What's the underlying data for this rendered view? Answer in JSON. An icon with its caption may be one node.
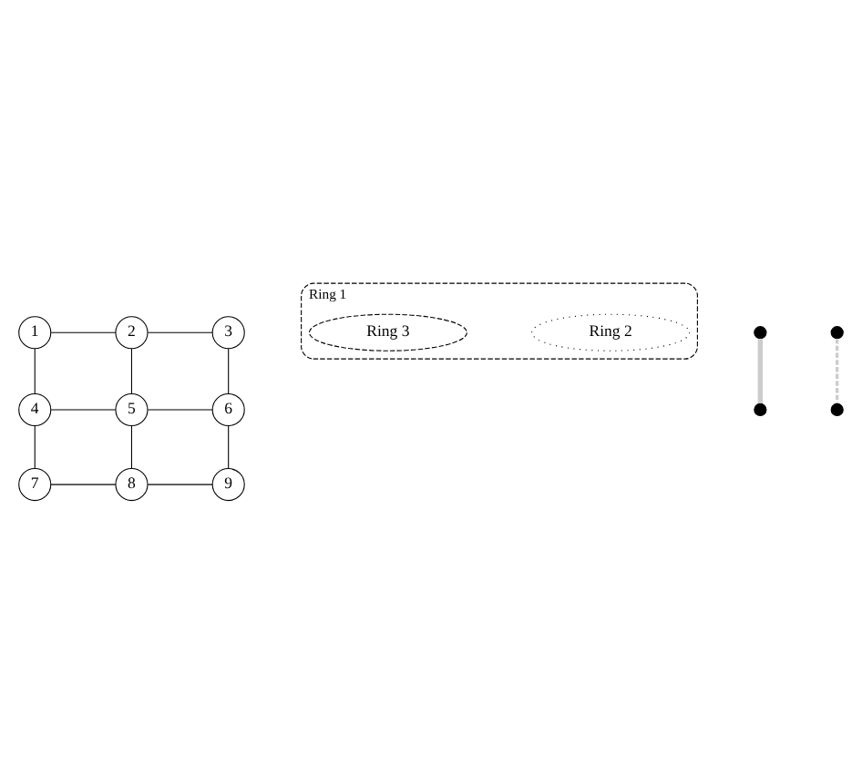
{
  "diagram": {
    "nodes": [
      {
        "text": [
          "1"
        ]
      },
      {
        "text": [
          "2"
        ]
      },
      {
        "text": [
          "3"
        ]
      },
      {
        "text": [
          "4"
        ]
      },
      {
        "text": [
          "5"
        ]
      },
      {
        "text": [
          "6"
        ]
      },
      {
        "text": [
          "7"
        ]
      },
      {
        "text": [
          "8"
        ]
      },
      {
        "text": [
          "9"
        ]
      },
      {
        "text": [
          "Ring 1"
        ]
      },
      {
        "text": [
          "Ring 2"
        ],
        "in": 9
      },
      {
        "text": [
          "Ring 3"
        ],
        "in": 9
      },
      {
        "text": [],
        "shape": "circle"
      },
      {
        "text": [],
        "shape": "circle"
      },
      {
        "text": [],
        "shape": "circle"
      },
      {
        "text": [],
        "shape": "circle"
      }
    ],
    "edges": [
      {
        "from": 0,
        "to": 1,
        "arrow": "none"
      },
      {
        "from": 1,
        "to": 2,
        "arrow": "none"
      },
      {
        "from": 0,
        "to": 3,
        "arrow": "none"
      },
      {
        "from": 1,
        "to": 4,
        "arrow": "none"
      },
      {
        "from": 2,
        "to": 5,
        "arrow": "none"
      },
      {
        "from": 3,
        "to": 4,
        "arrow": "none"
      },
      {
        "from": 4,
        "to": 5,
        "arrow": "none"
      },
      {
        "from": 3,
        "to": 6,
        "arrow": "none"
      },
      {
        "from": 4,
        "to": 7,
        "arrow": "none"
      },
      {
        "from": 5,
        "to": 8,
        "arrow": "none"
      },
      {
        "from": 6,
        "to": 7,
        "arrow": "none"
      },
      {
        "from": 7,
        "to": 8,
        "arrow": "none"
      },
      {
        "from": 12,
        "to": 15,
        "arrow": "none",
        "style": "thick",
        "color": "#cccccc"
      },
      {
        "from": 13,
        "to": 14,
        "arrow": "none",
        "style": "dashed",
        "color": "#cccccc"
      }
    ]
  }
}
